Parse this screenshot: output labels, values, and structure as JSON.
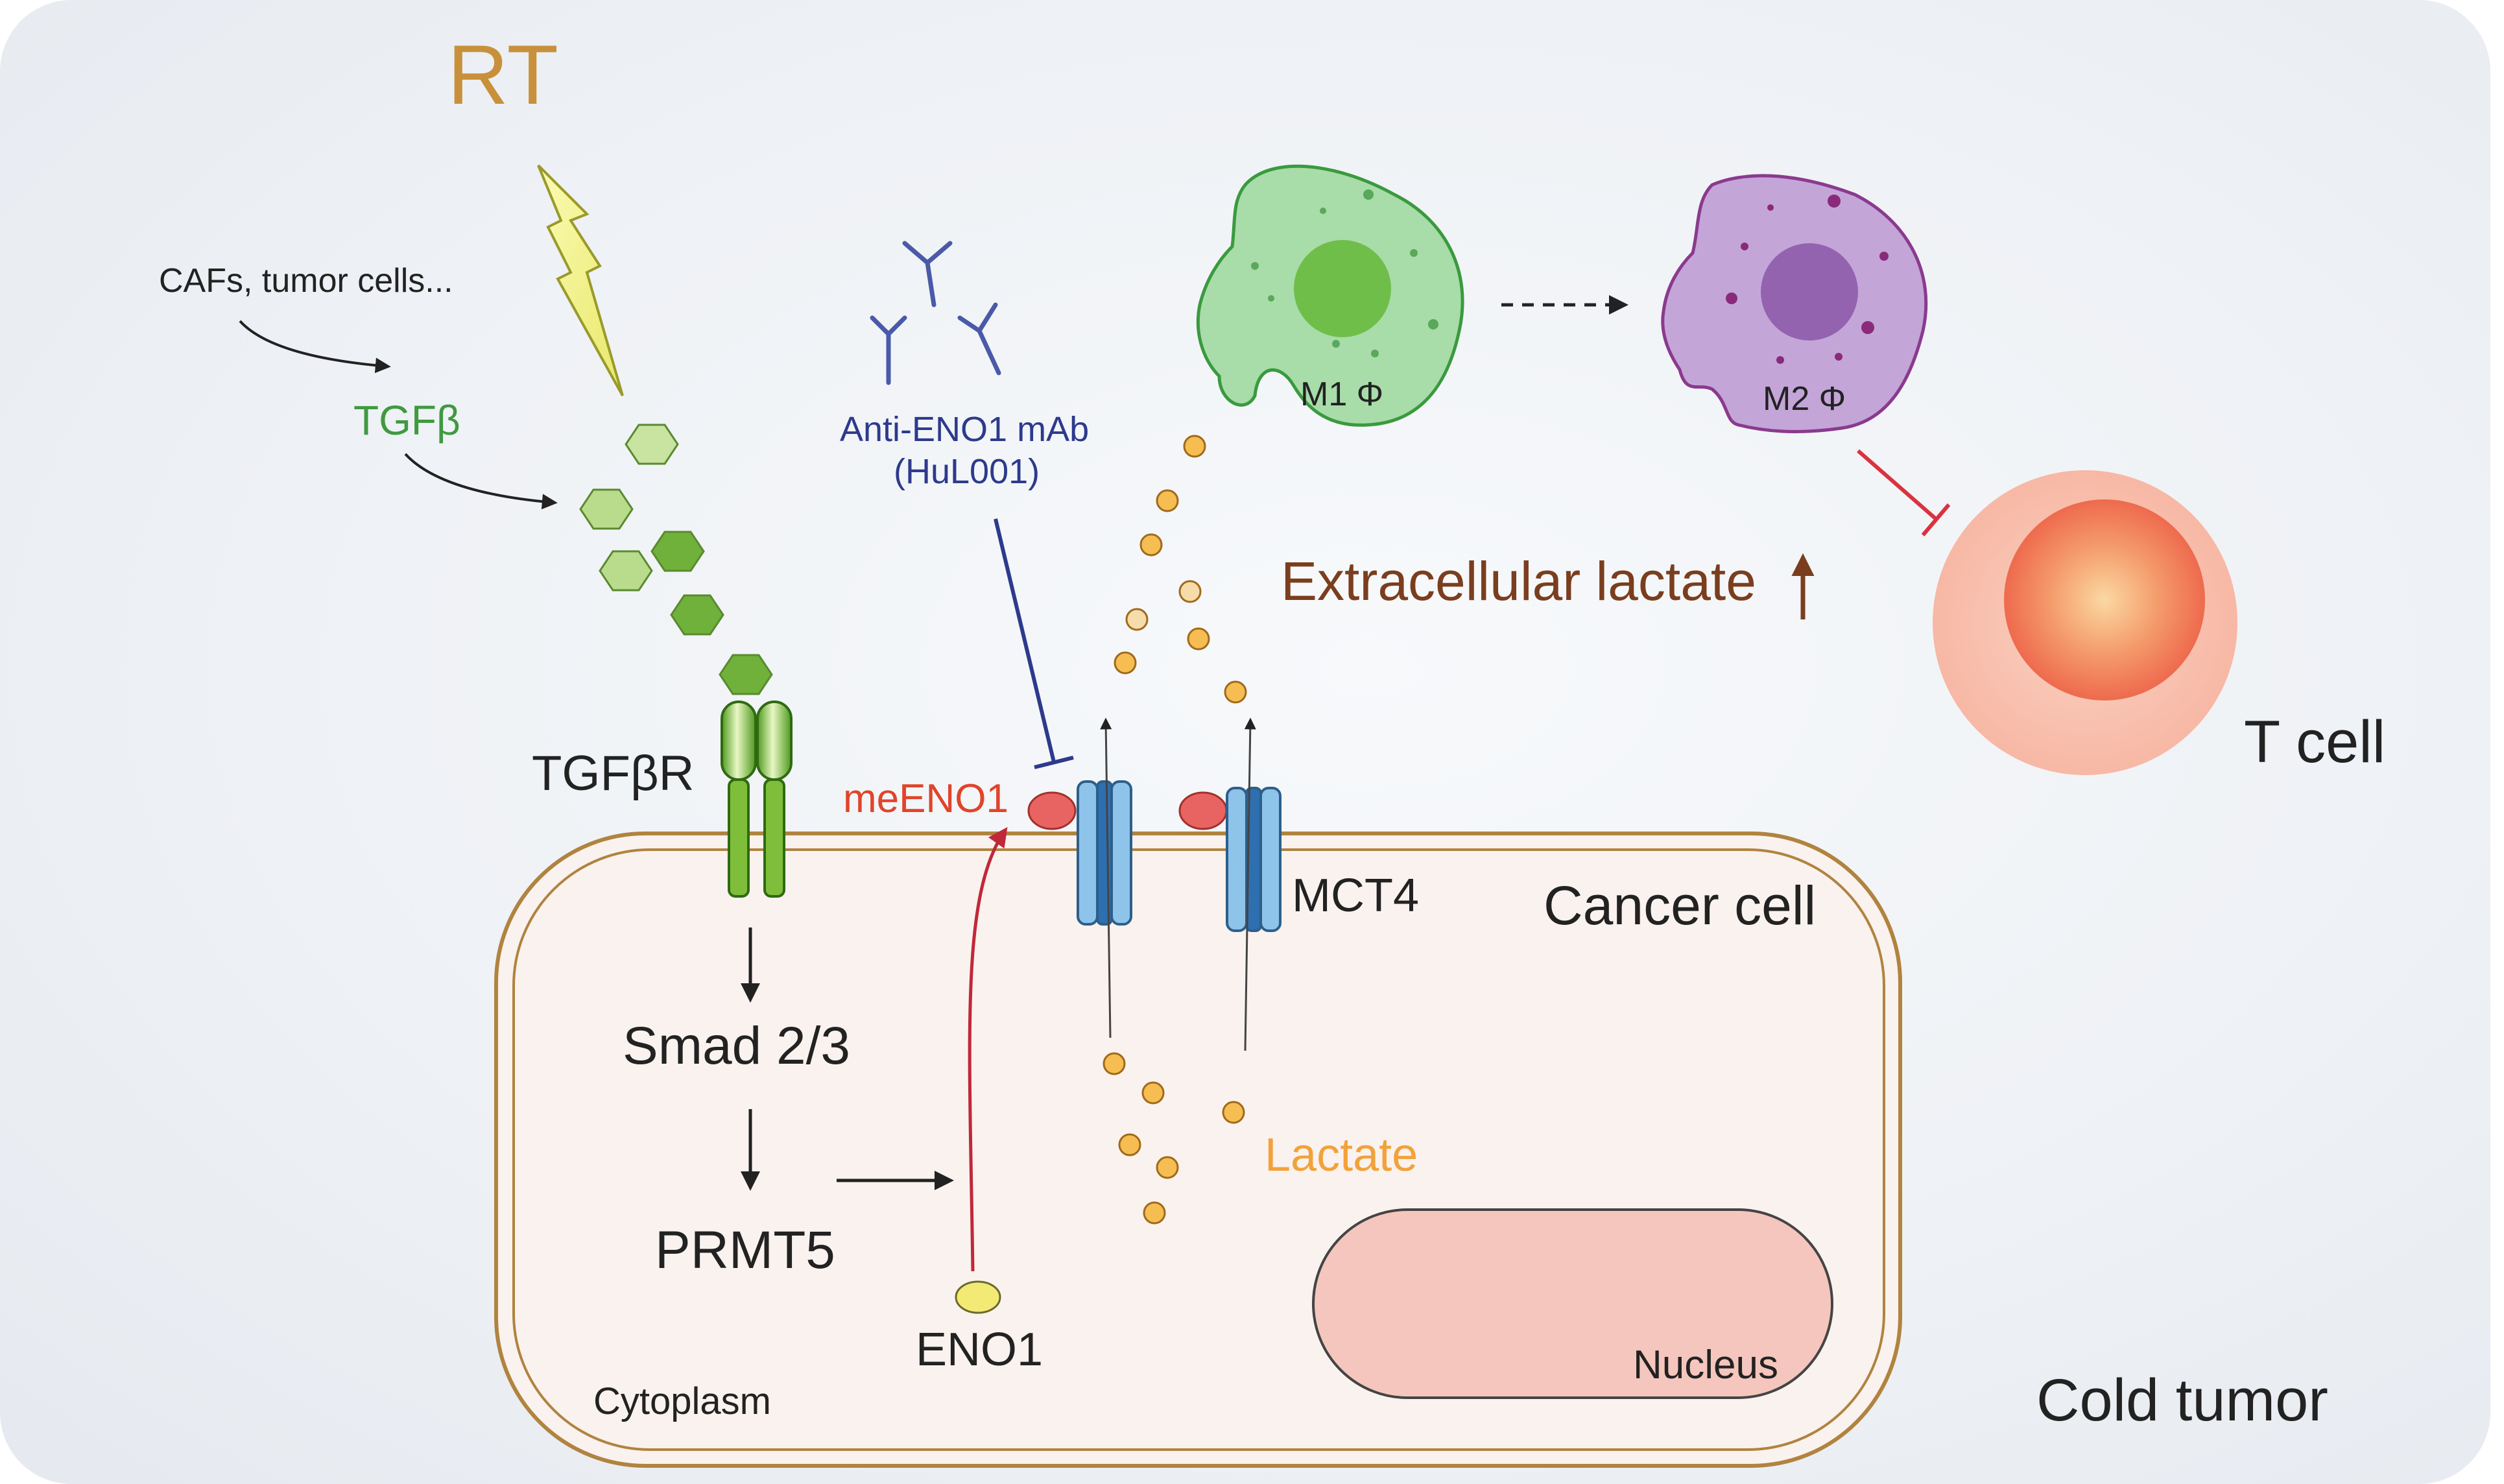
{
  "labels": {
    "rt": "RT",
    "cafs": "CAFs, tumor cells...",
    "tgfb": "TGFβ",
    "tgfbr": "TGFβR",
    "antibody_line1": "Anti-ENO1 mAb",
    "antibody_line2": "(HuL001)",
    "m1": "M1 Φ",
    "m2": "M2 Φ",
    "extracellular_lactate": "Extracellular lactate",
    "t_cell": "T cell",
    "meeno1": "meENO1",
    "mct4": "MCT4",
    "cancer_cell": "Cancer cell",
    "smad": "Smad 2/3",
    "prmt5": "PRMT5",
    "eno1": "ENO1",
    "lactate": "Lactate",
    "nucleus": "Nucleus",
    "cytoplasm": "Cytoplasm",
    "cold_tumor": "Cold tumor"
  },
  "colors": {
    "rt": "#c8903a",
    "tgfb_green": "#3f9a3f",
    "antibody_blue": "#2d3a8c",
    "meeno1_red": "#e0442a",
    "lactate_orange": "#f2a23a",
    "extracellular_lactate": "#7a3e1e",
    "inhibition_red": "#d9333f",
    "cancer_cell_border": "#b0833f",
    "m1_fill": "#9ed6a0",
    "m2_fill": "#c4a5d8",
    "nucleus_fill": "#f5c6bd"
  }
}
